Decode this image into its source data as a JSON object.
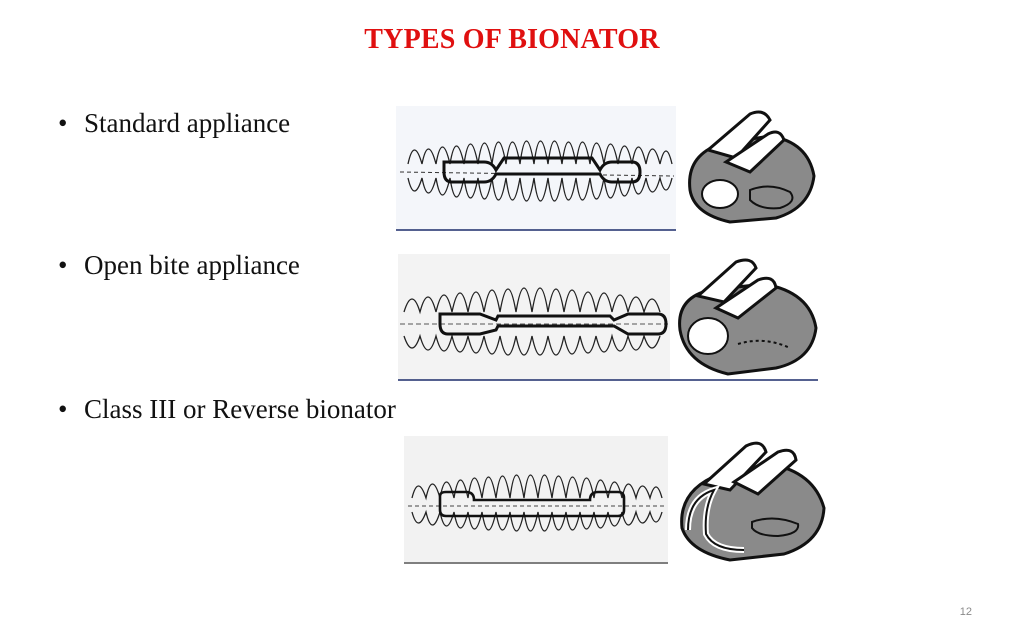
{
  "slide": {
    "title": "TYPES OF BIONATOR",
    "page_number": "12"
  },
  "bullets": [
    {
      "marker": "•",
      "label": "Standard appliance"
    },
    {
      "marker": "•",
      "label": "Open bite appliance"
    },
    {
      "marker": "•",
      "label": "Class III or Reverse bionator"
    }
  ],
  "colors": {
    "title": "#e01010",
    "text": "#111111",
    "appliance_fill": "#8a8a8a"
  }
}
